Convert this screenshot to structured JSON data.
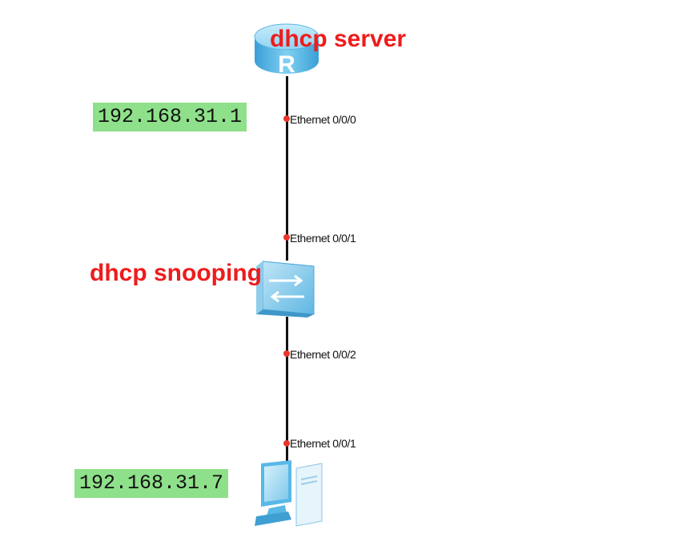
{
  "colors": {
    "device_label": "#ee1c1c",
    "ip_badge_bg": "#8fe08a",
    "port_dot": "#e8362a",
    "link": "#111111",
    "device_body": "#58b8e6"
  },
  "nodes": {
    "router": {
      "label": "dhcp server",
      "icon": "router-icon",
      "ip": "192.168.31.1"
    },
    "switch": {
      "label": "dhcp snooping",
      "icon": "switch-icon"
    },
    "pc": {
      "icon": "pc-icon",
      "ip": "192.168.31.7"
    }
  },
  "links": [
    {
      "a_port": "Ethernet 0/0/0",
      "b_port": "Ethernet 0/0/1"
    },
    {
      "a_port": "Ethernet 0/0/2",
      "b_port": "Ethernet 0/0/1"
    }
  ]
}
